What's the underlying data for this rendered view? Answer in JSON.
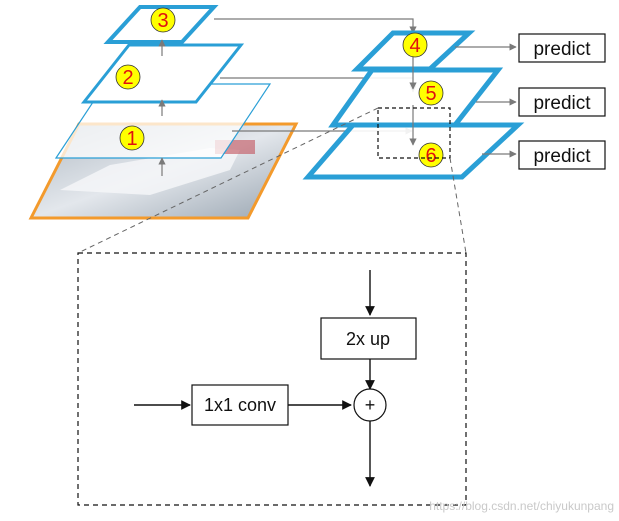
{
  "colors": {
    "pyramid_blue": "#2a9fd6",
    "image_orange": "#f39a2c",
    "number_badge_fill": "#ffff00",
    "number_text": "#e01010",
    "arrow_gray": "#7a7a7a",
    "line_black": "#111111"
  },
  "bottom_up": {
    "levels": [
      "1",
      "2",
      "3"
    ]
  },
  "top_down": {
    "levels": [
      "4",
      "5",
      "6"
    ]
  },
  "outputs": [
    "predict",
    "predict",
    "predict"
  ],
  "detail": {
    "upsample_label": "2x up",
    "lateral_label": "1x1 conv",
    "merge_symbol": "+"
  },
  "watermark": "https://blog.csdn.net/chiyukunpang"
}
